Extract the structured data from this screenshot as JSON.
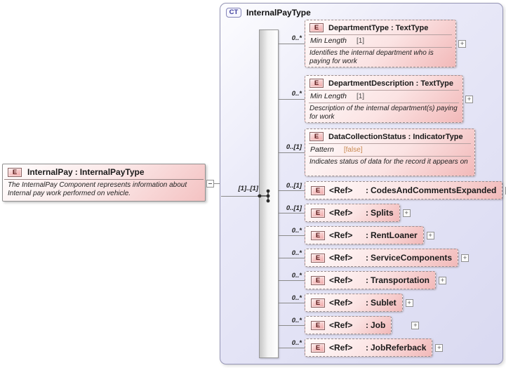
{
  "diagram": {
    "root_element": {
      "badge": "E",
      "name": "InternalPay",
      "separator": ":",
      "type": "InternalPayType",
      "annotation": "The InternalPay Component represents information about Internal pay work performed on vehicle."
    },
    "link_cardinality": "[1]..[1]",
    "expand_glyph": "+",
    "complex_type": {
      "badge": "CT",
      "name": "InternalPayType",
      "compositor": "sequence",
      "children": [
        {
          "badge": "E",
          "name": "DepartmentType",
          "separator": ":",
          "type": "TextType",
          "cardinality": "0..*",
          "facet": {
            "name": "Min Length",
            "value": "[1]",
            "value_color": "#4a4a4a"
          },
          "annotation": "Identifies the internal department who is paying for work",
          "expandable": true
        },
        {
          "badge": "E",
          "name": "DepartmentDescription",
          "separator": ":",
          "type": "TextType",
          "cardinality": "0..*",
          "facet": {
            "name": "Min Length",
            "value": "[1]",
            "value_color": "#4a4a4a"
          },
          "annotation": "Description of the internal department(s) paying for work",
          "expandable": true
        },
        {
          "badge": "E",
          "name": "DataCollectionStatus",
          "separator": ":",
          "type": "IndicatorType",
          "cardinality": "0..[1]",
          "facet": {
            "name": "Pattern",
            "value": "[false]",
            "value_color": "#c8884f"
          },
          "annotation": "Indicates status of data for the record it appears on",
          "expandable": false
        },
        {
          "badge": "E",
          "name": "<Ref>",
          "separator": ":",
          "type": "CodesAndCommentsExpanded",
          "cardinality": "0..[1]",
          "expandable": true
        },
        {
          "badge": "E",
          "name": "<Ref>",
          "separator": ":",
          "type": "Splits",
          "cardinality": "0..[1]",
          "expandable": true
        },
        {
          "badge": "E",
          "name": "<Ref>",
          "separator": ":",
          "type": "RentLoaner",
          "cardinality": "0..*",
          "expandable": true
        },
        {
          "badge": "E",
          "name": "<Ref>",
          "separator": ":",
          "type": "ServiceComponents",
          "cardinality": "0..*",
          "expandable": true
        },
        {
          "badge": "E",
          "name": "<Ref>",
          "separator": ":",
          "type": "Transportation",
          "cardinality": "0..*",
          "expandable": true
        },
        {
          "badge": "E",
          "name": "<Ref>",
          "separator": ":",
          "type": "Sublet",
          "cardinality": "0..*",
          "expandable": true
        },
        {
          "badge": "E",
          "name": "<Ref>",
          "separator": ":",
          "type": "Job",
          "cardinality": "0..*",
          "expandable": true
        },
        {
          "badge": "E",
          "name": "<Ref>",
          "separator": ":",
          "type": "JobReferback",
          "cardinality": "0..*",
          "expandable": true
        }
      ]
    },
    "colors": {
      "element_fill": "#f2b9b9",
      "container_fill": "#d9d9f1",
      "badge_e_text": "#571717",
      "badge_ct_text": "#3c3c9c",
      "facet_value_default": "#4a4a4a",
      "facet_value_pattern": "#c8884f",
      "connector": "#8a8a8a"
    }
  }
}
